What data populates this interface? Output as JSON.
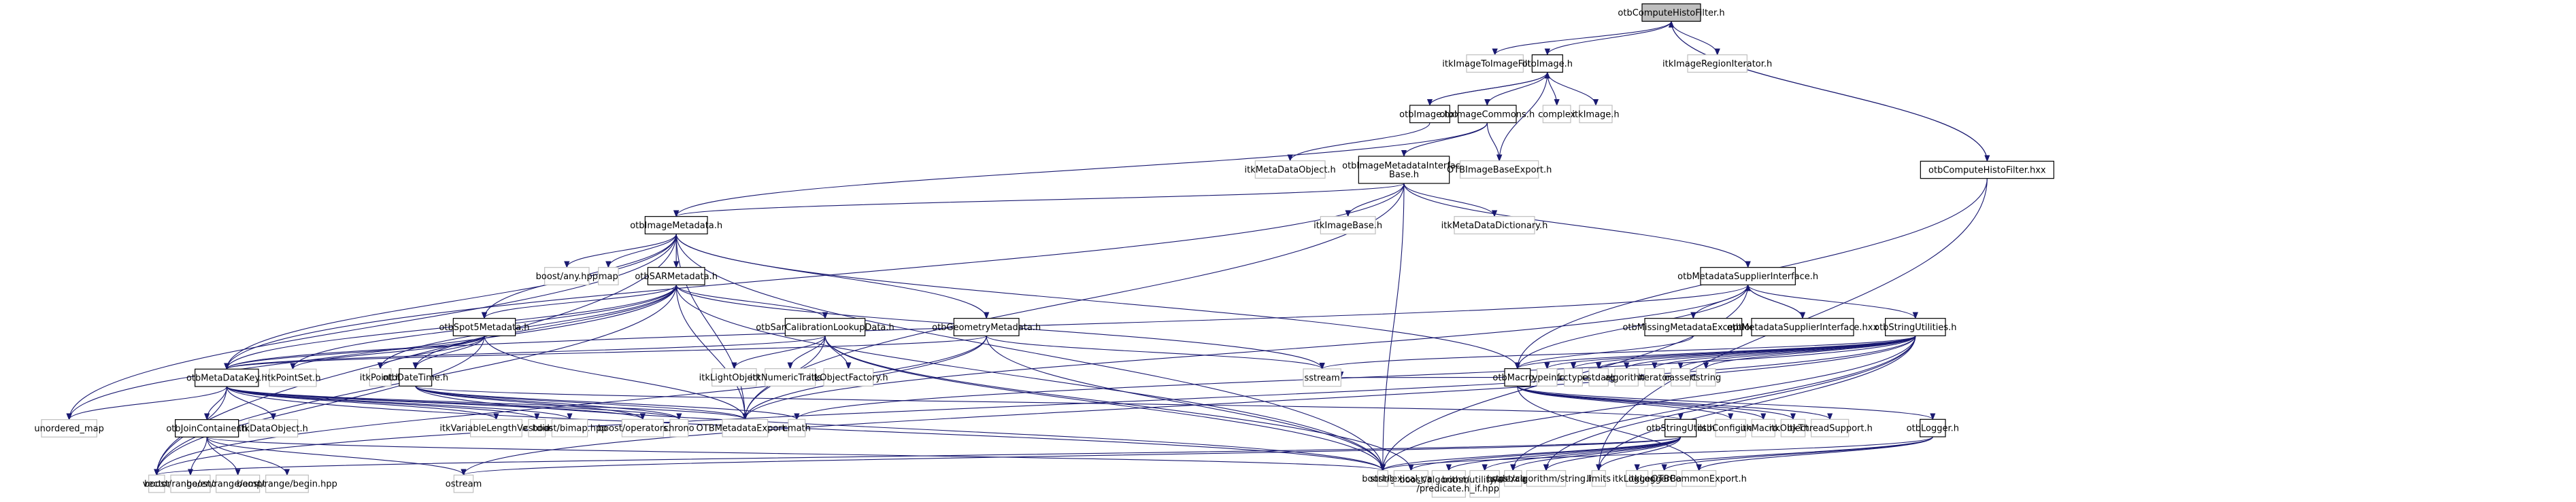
{
  "graph": {
    "title": "otbComputeHistoFilter.h include dependency graph",
    "edge_color": "#191970",
    "root_fill": "#bfbfbf",
    "local_border": "#000000",
    "external_border": "#bfbfbf",
    "nodes": [
      {
        "id": "root",
        "label": "otbComputeHistoFilter.h",
        "kind": "root"
      },
      {
        "id": "itkImageToImageFilter",
        "label": "itkImageToImageFilter.h",
        "kind": "external"
      },
      {
        "id": "otbImage",
        "label": "otbImage.h",
        "kind": "local"
      },
      {
        "id": "itkImageRegionIterator",
        "label": "itkImageRegionIterator.h",
        "kind": "external"
      },
      {
        "id": "otbImageHxx",
        "label": "otbImage.hxx",
        "kind": "local"
      },
      {
        "id": "otbImageCommons",
        "label": "otbImageCommons.h",
        "kind": "local"
      },
      {
        "id": "complex",
        "label": "complex",
        "kind": "external"
      },
      {
        "id": "itkImage",
        "label": "itkImage.h",
        "kind": "external"
      },
      {
        "id": "itkMetaDataObject",
        "label": "itkMetaDataObject.h",
        "kind": "external"
      },
      {
        "id": "otbImageMetadataInterfaceBase",
        "label": "otbImageMetadataInterface\nBase.h",
        "kind": "local"
      },
      {
        "id": "OTBImageBaseExport",
        "label": "OTBImageBaseExport.h",
        "kind": "external"
      },
      {
        "id": "otbComputeHistoFilterHxx",
        "label": "otbComputeHistoFilter.hxx",
        "kind": "local"
      },
      {
        "id": "otbImageMetadata",
        "label": "otbImageMetadata.h",
        "kind": "local"
      },
      {
        "id": "itkImageBase",
        "label": "itkImageBase.h",
        "kind": "external"
      },
      {
        "id": "itkMetaDataDictionary",
        "label": "itkMetaDataDictionary.h",
        "kind": "external"
      },
      {
        "id": "boostAny",
        "label": "boost/any.hpp",
        "kind": "external"
      },
      {
        "id": "map",
        "label": "map",
        "kind": "external"
      },
      {
        "id": "otbSARMetadata",
        "label": "otbSARMetadata.h",
        "kind": "local"
      },
      {
        "id": "otbMetadataSupplierInterface",
        "label": "otbMetadataSupplierInterface.h",
        "kind": "local"
      },
      {
        "id": "otbSpot5Metadata",
        "label": "otbSpot5Metadata.h",
        "kind": "local"
      },
      {
        "id": "otbSarCalibrationLookupData",
        "label": "otbSarCalibrationLookupData.h",
        "kind": "local"
      },
      {
        "id": "otbGeometryMetadata",
        "label": "otbGeometryMetadata.h",
        "kind": "local"
      },
      {
        "id": "otbMissingMetadataException",
        "label": "otbMissingMetadataException.h",
        "kind": "local"
      },
      {
        "id": "otbMetadataSupplierInterfaceHxx",
        "label": "otbMetadataSupplierInterface.hxx",
        "kind": "local"
      },
      {
        "id": "otbStringUtilities",
        "label": "otbStringUtilities.h",
        "kind": "local"
      },
      {
        "id": "otbMetaDataKey",
        "label": "otbMetaDataKey.h",
        "kind": "local"
      },
      {
        "id": "itkPointSet",
        "label": "itkPointSet.h",
        "kind": "external"
      },
      {
        "id": "itkPoint",
        "label": "itkPoint.h",
        "kind": "external"
      },
      {
        "id": "otbDateTime",
        "label": "otbDateTime.h",
        "kind": "local"
      },
      {
        "id": "itkLightObject",
        "label": "itkLightObject.h",
        "kind": "external"
      },
      {
        "id": "itkNumericTraits",
        "label": "itkNumericTraits.h",
        "kind": "external"
      },
      {
        "id": "itkObjectFactory",
        "label": "itkObjectFactory.h",
        "kind": "external"
      },
      {
        "id": "sstream",
        "label": "sstream",
        "kind": "external"
      },
      {
        "id": "otbMacro",
        "label": "otbMacro.h",
        "kind": "local"
      },
      {
        "id": "typeinfo",
        "label": "typeinfo",
        "kind": "external"
      },
      {
        "id": "cctype",
        "label": "cctype",
        "kind": "external"
      },
      {
        "id": "cstdarg",
        "label": "cstdarg",
        "kind": "external"
      },
      {
        "id": "algorithm",
        "label": "algorithm",
        "kind": "external"
      },
      {
        "id": "iterator",
        "label": "iterator",
        "kind": "external"
      },
      {
        "id": "cassert",
        "label": "cassert",
        "kind": "external"
      },
      {
        "id": "cstring",
        "label": "cstring",
        "kind": "external"
      },
      {
        "id": "unordered_map",
        "label": "unordered_map",
        "kind": "external"
      },
      {
        "id": "otbJoinContainer",
        "label": "otbJoinContainer.h",
        "kind": "local"
      },
      {
        "id": "itkDataObject",
        "label": "itkDataObject.h",
        "kind": "external"
      },
      {
        "id": "itkVariableLengthVector",
        "label": "itkVariableLengthVector.h",
        "kind": "external"
      },
      {
        "id": "cstdio",
        "label": "cstdio",
        "kind": "external"
      },
      {
        "id": "boostBimap",
        "label": "boost/bimap.hpp",
        "kind": "external"
      },
      {
        "id": "boostOperators",
        "label": "boost/operators.hpp",
        "kind": "external"
      },
      {
        "id": "chrono",
        "label": "chrono",
        "kind": "external"
      },
      {
        "id": "OTBMetadataExport",
        "label": "OTBMetadataExport.h",
        "kind": "external"
      },
      {
        "id": "cmath",
        "label": "cmath",
        "kind": "external"
      },
      {
        "id": "otbStringUtils",
        "label": "otbStringUtils.h",
        "kind": "local"
      },
      {
        "id": "otbConfigure",
        "label": "otbConfigure.h",
        "kind": "external"
      },
      {
        "id": "itkMacro",
        "label": "itkMacro.h",
        "kind": "external"
      },
      {
        "id": "itkObject",
        "label": "itkObject.h",
        "kind": "external"
      },
      {
        "id": "itkThreadSupport",
        "label": "itkThreadSupport.h",
        "kind": "external"
      },
      {
        "id": "otbLogger",
        "label": "otbLogger.h",
        "kind": "local"
      },
      {
        "id": "vector",
        "label": "vector",
        "kind": "external"
      },
      {
        "id": "boostRangeEnd",
        "label": "boost/range/end.hpp",
        "kind": "external"
      },
      {
        "id": "boostRangeEmpty",
        "label": "boost/range/empty.hpp",
        "kind": "external"
      },
      {
        "id": "boostRangeBegin",
        "label": "boost/range/begin.hpp",
        "kind": "external"
      },
      {
        "id": "ostream",
        "label": "ostream",
        "kind": "external"
      },
      {
        "id": "string",
        "label": "string",
        "kind": "external"
      },
      {
        "id": "boostLexicalCast",
        "label": "boost/lexical_cast.hpp",
        "kind": "external"
      },
      {
        "id": "boostAlgoPredicate",
        "label": "boost/algorithm/string\n/predicate.hpp",
        "kind": "external"
      },
      {
        "id": "boostEnableIf",
        "label": "boost/utility/enable\n_if.hpp",
        "kind": "external"
      },
      {
        "id": "stdexcept",
        "label": "stdexcept",
        "kind": "external"
      },
      {
        "id": "boostAlgoString",
        "label": "boost/algorithm/string.hpp",
        "kind": "external"
      },
      {
        "id": "limits",
        "label": "limits",
        "kind": "external"
      },
      {
        "id": "itkLogger",
        "label": "itkLogger.h",
        "kind": "external"
      },
      {
        "id": "itkLoggerBase",
        "label": "itkLoggerBase.h",
        "kind": "external"
      },
      {
        "id": "OTBCommonExport",
        "label": "OTBCommonExport.h",
        "kind": "external"
      }
    ],
    "edges": [
      [
        "root",
        "itkImageToImageFilter"
      ],
      [
        "root",
        "otbImage"
      ],
      [
        "root",
        "itkImageRegionIterator"
      ],
      [
        "root",
        "otbComputeHistoFilterHxx"
      ],
      [
        "otbComputeHistoFilterHxx",
        "root"
      ],
      [
        "otbComputeHistoFilterHxx",
        "otbMacro"
      ],
      [
        "otbComputeHistoFilterHxx",
        "limits"
      ],
      [
        "otbImage",
        "otbImageHxx"
      ],
      [
        "otbImage",
        "otbImageCommons"
      ],
      [
        "otbImage",
        "complex"
      ],
      [
        "otbImage",
        "itkImage"
      ],
      [
        "otbImage",
        "OTBImageBaseExport"
      ],
      [
        "otbImageHxx",
        "otbImage"
      ],
      [
        "otbImageHxx",
        "itkMetaDataObject"
      ],
      [
        "otbImageCommons",
        "otbImageMetadataInterfaceBase"
      ],
      [
        "otbImageCommons",
        "OTBImageBaseExport"
      ],
      [
        "otbImageCommons",
        "otbImageMetadata"
      ],
      [
        "otbImageMetadataInterfaceBase",
        "otbImageMetadata"
      ],
      [
        "otbImageMetadataInterfaceBase",
        "itkImageBase"
      ],
      [
        "otbImageMetadataInterfaceBase",
        "itkMetaDataDictionary"
      ],
      [
        "otbImageMetadataInterfaceBase",
        "otbMetadataSupplierInterface"
      ],
      [
        "otbImageMetadataInterfaceBase",
        "OTBMetadataExport"
      ],
      [
        "otbImageMetadataInterfaceBase",
        "string"
      ],
      [
        "otbImageMetadataInterfaceBase",
        "otbMetaDataKey"
      ],
      [
        "otbImageMetadata",
        "boostAny"
      ],
      [
        "otbImageMetadata",
        "map"
      ],
      [
        "otbImageMetadata",
        "otbSARMetadata"
      ],
      [
        "otbImageMetadata",
        "otbGeometryMetadata"
      ],
      [
        "otbImageMetadata",
        "otbMetaDataKey"
      ],
      [
        "otbImageMetadata",
        "OTBMetadataExport"
      ],
      [
        "otbImageMetadata",
        "unordered_map"
      ],
      [
        "otbImageMetadata",
        "vector"
      ],
      [
        "otbImageMetadata",
        "string"
      ],
      [
        "otbImageMetadata",
        "otbMacro"
      ],
      [
        "otbImageMetadata",
        "otbSpot5Metadata"
      ],
      [
        "otbSARMetadata",
        "otbSarCalibrationLookupData"
      ],
      [
        "otbSARMetadata",
        "otbSpot5Metadata"
      ],
      [
        "otbSARMetadata",
        "otbMetaDataKey"
      ],
      [
        "otbSARMetadata",
        "itkPoint"
      ],
      [
        "otbSARMetadata",
        "otbDateTime"
      ],
      [
        "otbSARMetadata",
        "itkPointSet"
      ],
      [
        "otbSARMetadata",
        "vector"
      ],
      [
        "otbSARMetadata",
        "string"
      ],
      [
        "otbSARMetadata",
        "sstream"
      ],
      [
        "otbSARMetadata",
        "OTBMetadataExport"
      ],
      [
        "otbSARMetadata",
        "unordered_map"
      ],
      [
        "otbSpot5Metadata",
        "otbMetaDataKey"
      ],
      [
        "otbSpot5Metadata",
        "itkPointSet"
      ],
      [
        "otbSpot5Metadata",
        "itkPoint"
      ],
      [
        "otbSpot5Metadata",
        "otbDateTime"
      ],
      [
        "otbSpot5Metadata",
        "OTBMetadataExport"
      ],
      [
        "otbSpot5Metadata",
        "vector"
      ],
      [
        "otbSarCalibrationLookupData",
        "itkLightObject"
      ],
      [
        "otbSarCalibrationLookupData",
        "itkNumericTraits"
      ],
      [
        "otbSarCalibrationLookupData",
        "itkObjectFactory"
      ],
      [
        "otbSarCalibrationLookupData",
        "otbMetaDataKey"
      ],
      [
        "otbSarCalibrationLookupData",
        "OTBMetadataExport"
      ],
      [
        "otbSarCalibrationLookupData",
        "string"
      ],
      [
        "otbSarCalibrationLookupData",
        "boostLexicalCast"
      ],
      [
        "otbGeometryMetadata",
        "sstream"
      ],
      [
        "otbGeometryMetadata",
        "OTBMetadataExport"
      ],
      [
        "otbGeometryMetadata",
        "string"
      ],
      [
        "otbGeometryMetadata",
        "vector"
      ],
      [
        "otbGeometryMetadata",
        "otbMetaDataKey"
      ],
      [
        "otbMetadataSupplierInterface",
        "otbMissingMetadataException"
      ],
      [
        "otbMetadataSupplierInterface",
        "otbMetadataSupplierInterfaceHxx"
      ],
      [
        "otbMetadataSupplierInterface",
        "otbStringUtilities"
      ],
      [
        "otbMetadataSupplierInterface",
        "OTBMetadataExport"
      ],
      [
        "otbMetadataSupplierInterface",
        "string"
      ],
      [
        "otbMetadataSupplierInterface",
        "otbMetaDataKey"
      ],
      [
        "otbMetadataSupplierInterface",
        "otbMacro"
      ],
      [
        "otbMetadataSupplierInterfaceHxx",
        "otbMetadataSupplierInterface"
      ],
      [
        "otbMissingMetadataException",
        "otbMacro"
      ],
      [
        "otbStringUtilities",
        "otbMacro"
      ],
      [
        "otbStringUtilities",
        "typeinfo"
      ],
      [
        "otbStringUtilities",
        "cctype"
      ],
      [
        "otbStringUtilities",
        "cstdarg"
      ],
      [
        "otbStringUtilities",
        "algorithm"
      ],
      [
        "otbStringUtilities",
        "iterator"
      ],
      [
        "otbStringUtilities",
        "cassert"
      ],
      [
        "otbStringUtilities",
        "cstring"
      ],
      [
        "otbStringUtilities",
        "sstream"
      ],
      [
        "otbStringUtilities",
        "string"
      ],
      [
        "otbStringUtilities",
        "vector"
      ],
      [
        "otbStringUtilities",
        "cmath"
      ],
      [
        "otbStringUtilities",
        "ostream"
      ],
      [
        "otbStringUtilities",
        "stdexcept"
      ],
      [
        "otbStringUtilities",
        "boostAlgoString"
      ],
      [
        "otbStringUtilities",
        "limits"
      ],
      [
        "otbMetaDataKey",
        "otbJoinContainer"
      ],
      [
        "otbMetaDataKey",
        "itkDataObject"
      ],
      [
        "otbMetaDataKey",
        "itkVariableLengthVector"
      ],
      [
        "otbMetaDataKey",
        "cstdio"
      ],
      [
        "otbMetaDataKey",
        "boostBimap"
      ],
      [
        "otbMetaDataKey",
        "OTBMetadataExport"
      ],
      [
        "otbMetaDataKey",
        "unordered_map"
      ],
      [
        "otbMetaDataKey",
        "vector"
      ],
      [
        "otbMetaDataKey",
        "string"
      ],
      [
        "otbMetaDataKey",
        "boostOperators"
      ],
      [
        "otbMetaDataKey",
        "chrono"
      ],
      [
        "otbDateTime",
        "boostOperators"
      ],
      [
        "otbDateTime",
        "chrono"
      ],
      [
        "otbDateTime",
        "OTBMetadataExport"
      ],
      [
        "otbDateTime",
        "cmath"
      ],
      [
        "otbDateTime",
        "string"
      ],
      [
        "otbDateTime",
        "otbStringUtils"
      ],
      [
        "otbJoinContainer",
        "boostRangeEnd"
      ],
      [
        "otbJoinContainer",
        "boostRangeEmpty"
      ],
      [
        "otbJoinContainer",
        "boostRangeBegin"
      ],
      [
        "otbJoinContainer",
        "ostream"
      ],
      [
        "otbJoinContainer",
        "string"
      ],
      [
        "otbMacro",
        "otbConfigure"
      ],
      [
        "otbMacro",
        "itkMacro"
      ],
      [
        "otbMacro",
        "itkObject"
      ],
      [
        "otbMacro",
        "itkThreadSupport"
      ],
      [
        "otbMacro",
        "otbLogger"
      ],
      [
        "otbMacro",
        "sstream"
      ],
      [
        "otbMacro",
        "OTBCommonExport"
      ],
      [
        "otbStringUtils",
        "string"
      ],
      [
        "otbStringUtils",
        "vector"
      ],
      [
        "otbStringUtils",
        "boostLexicalCast"
      ],
      [
        "otbStringUtils",
        "boostAlgoPredicate"
      ],
      [
        "otbStringUtils",
        "boostEnableIf"
      ],
      [
        "otbStringUtils",
        "stdexcept"
      ],
      [
        "otbStringUtils",
        "boostAlgoString"
      ],
      [
        "otbStringUtils",
        "limits"
      ],
      [
        "otbStringUtils",
        "ostream"
      ],
      [
        "otbLogger",
        "itkLogger"
      ],
      [
        "otbLogger",
        "itkLoggerBase"
      ],
      [
        "otbLogger",
        "OTBCommonExport"
      ],
      [
        "otbLogger",
        "string"
      ]
    ]
  }
}
